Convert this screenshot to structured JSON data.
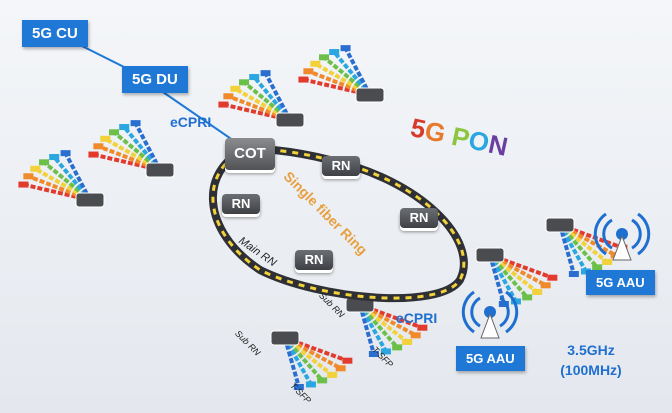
{
  "core": {
    "cu_label": "5G CU",
    "du_label": "5G DU",
    "ecpri_top": "eCPRI",
    "cot_label": "COT"
  },
  "ring": {
    "title": "Single fiber Ring",
    "rn_labels": [
      "RN",
      "RN",
      "RN",
      "RN"
    ],
    "main_rn_label": "Main RN"
  },
  "access": {
    "sub_rn_labels": [
      "Sub RN",
      "Sub RN"
    ],
    "tsfp_labels": [
      "T-SFP",
      "T-SFP"
    ],
    "ecpri_bottom": "eCPRI"
  },
  "pon_title": {
    "letters": [
      "5",
      "G",
      " ",
      "P",
      "O",
      "N"
    ],
    "colors": [
      "#d63a2a",
      "#e8792a",
      "#ffffff",
      "#8cc63f",
      "#2aa6e0",
      "#6a3fa0"
    ]
  },
  "radio": {
    "aau_labels": [
      "5G AAU",
      "5G AAU"
    ],
    "freq": "3.5GHz",
    "bandwidth": "(100MHz)"
  },
  "colors": {
    "accent": "#1f78d6",
    "ring": "#2e3035"
  }
}
